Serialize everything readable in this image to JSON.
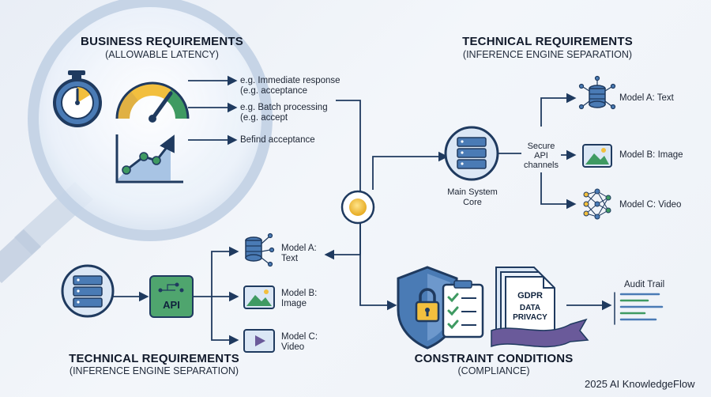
{
  "business": {
    "title": "BUSINESS REQUIREMENTS",
    "subtitle": "(ALLOWABLE LATENCY)",
    "items": [
      "e.g. Immediate response",
      "(e.g. acceptance",
      "e.g. Batch processing",
      "(e.g. accept",
      "Befind acceptance"
    ]
  },
  "tech_top": {
    "title": "TECHNICAL REQUIREMENTS",
    "subtitle": "(INFERENCE ENGINE SEPARATION)",
    "core_label_1": "Main System",
    "core_label_2": "Core",
    "channel_label_1": "Secure",
    "channel_label_2": "API",
    "channel_label_3": "channels",
    "models": [
      "Model A: Text",
      "Model B: Image",
      "Model C: Video"
    ]
  },
  "tech_bottom": {
    "title": "TECHNICAL REQUIREMENTS",
    "subtitle": "(INFERENCE ENGINE SEPARATION)",
    "api_label": "API",
    "models": [
      {
        "line1": "Model A:",
        "line2": "Text"
      },
      {
        "line1": "Model B:",
        "line2": "Image"
      },
      {
        "line1": "Model C:",
        "line2": "Video"
      }
    ]
  },
  "constraints": {
    "title": "CONSTRAINT CONDITIONS",
    "subtitle": "(COMPLIANCE)",
    "doc_line1": "GDPR",
    "doc_line2": "DATA",
    "doc_line3": "PRIVACY",
    "audit_label": "Audit Trail"
  },
  "footer": "2025 AI KnowledgeFlow",
  "colors": {
    "navy": "#1f3a5f",
    "blue": "#4a7bb5",
    "light_blue": "#dbe7f5",
    "green": "#3f9a62",
    "gold": "#f2bf3e",
    "purple": "#6a5a9a"
  }
}
